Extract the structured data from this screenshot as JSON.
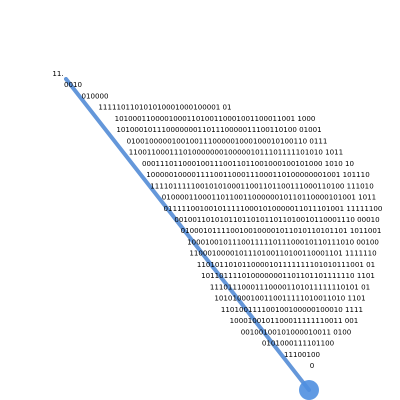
{
  "colors": {
    "background": "#ffffff",
    "text": "#000000",
    "stroke": "#4a86d4",
    "dot": "#4f8fe0"
  },
  "lines": [
    "11.",
    "0010",
    "010000",
    "111110110101010001000100001 01",
    "1010001100001000110100110001001100011001 1000",
    "1010001011100000001101110000011100110100 01001",
    "0100100000100100111000001000100010100110 0111",
    "1100110001110100000001000001011101111101010 1011",
    "0001110110001001110011011001000100101000 1010 10",
    "1000001000011110011000111000110100000001001 101110",
    "1111011111001010100011001101100111000110100 111010",
    "0100001100011011001100000010110110000101001 1011",
    "0111110010010111110001010000011011101001 11111100",
    "0010011010101101101011011010010110001110 00010",
    "0100010111100100100001011010110101101 1011001",
    "1000100101110011111011100010110111010 00100",
    "1100010000101110100110100110001101 1111110",
    "1101011010110000101111111101010111001 01",
    "1011011110100000001101101101111110 1101",
    "111011100011100001101011111110101 01",
    "10101000100110011111010011010 1101",
    "110100111100100100000100010 1111",
    "1000100101100011111110011 001",
    "00100100101000010011 0100",
    "0101000111101100",
    "11100100",
    "0"
  ]
}
